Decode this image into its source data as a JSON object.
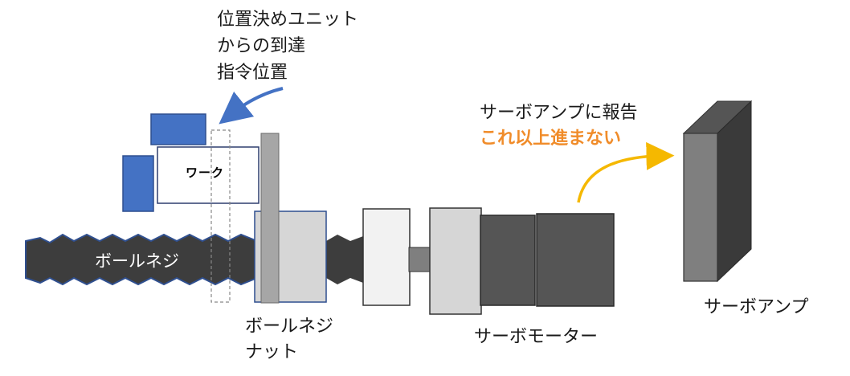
{
  "labels": {
    "instruction_line1": "位置決めユニット",
    "instruction_line2": "からの到達",
    "instruction_line3": "指令位置",
    "report_line1": "サーボアンプに報告",
    "report_line2": "これ以上進まない",
    "ball_screw": "ボールネジ",
    "work": "ワーク",
    "ball_screw_nut_line1": "ボールネジ",
    "ball_screw_nut_line2": "ナット",
    "servo_motor": "サーボモーター",
    "servo_amp": "サーボアンプ"
  },
  "colors": {
    "clamp_blue": "#4472c4",
    "instruction_arrow": "#4472c4",
    "report_arrow": "#f5b800",
    "report_emphasis": "#f08c2a",
    "screw_dark": "#3d3d3d",
    "nut_light": "#d6d6d6",
    "motor_dark": "#555555",
    "amp_front": "#7f7f7f",
    "amp_side": "#3a3a3a",
    "amp_top": "#555555"
  }
}
